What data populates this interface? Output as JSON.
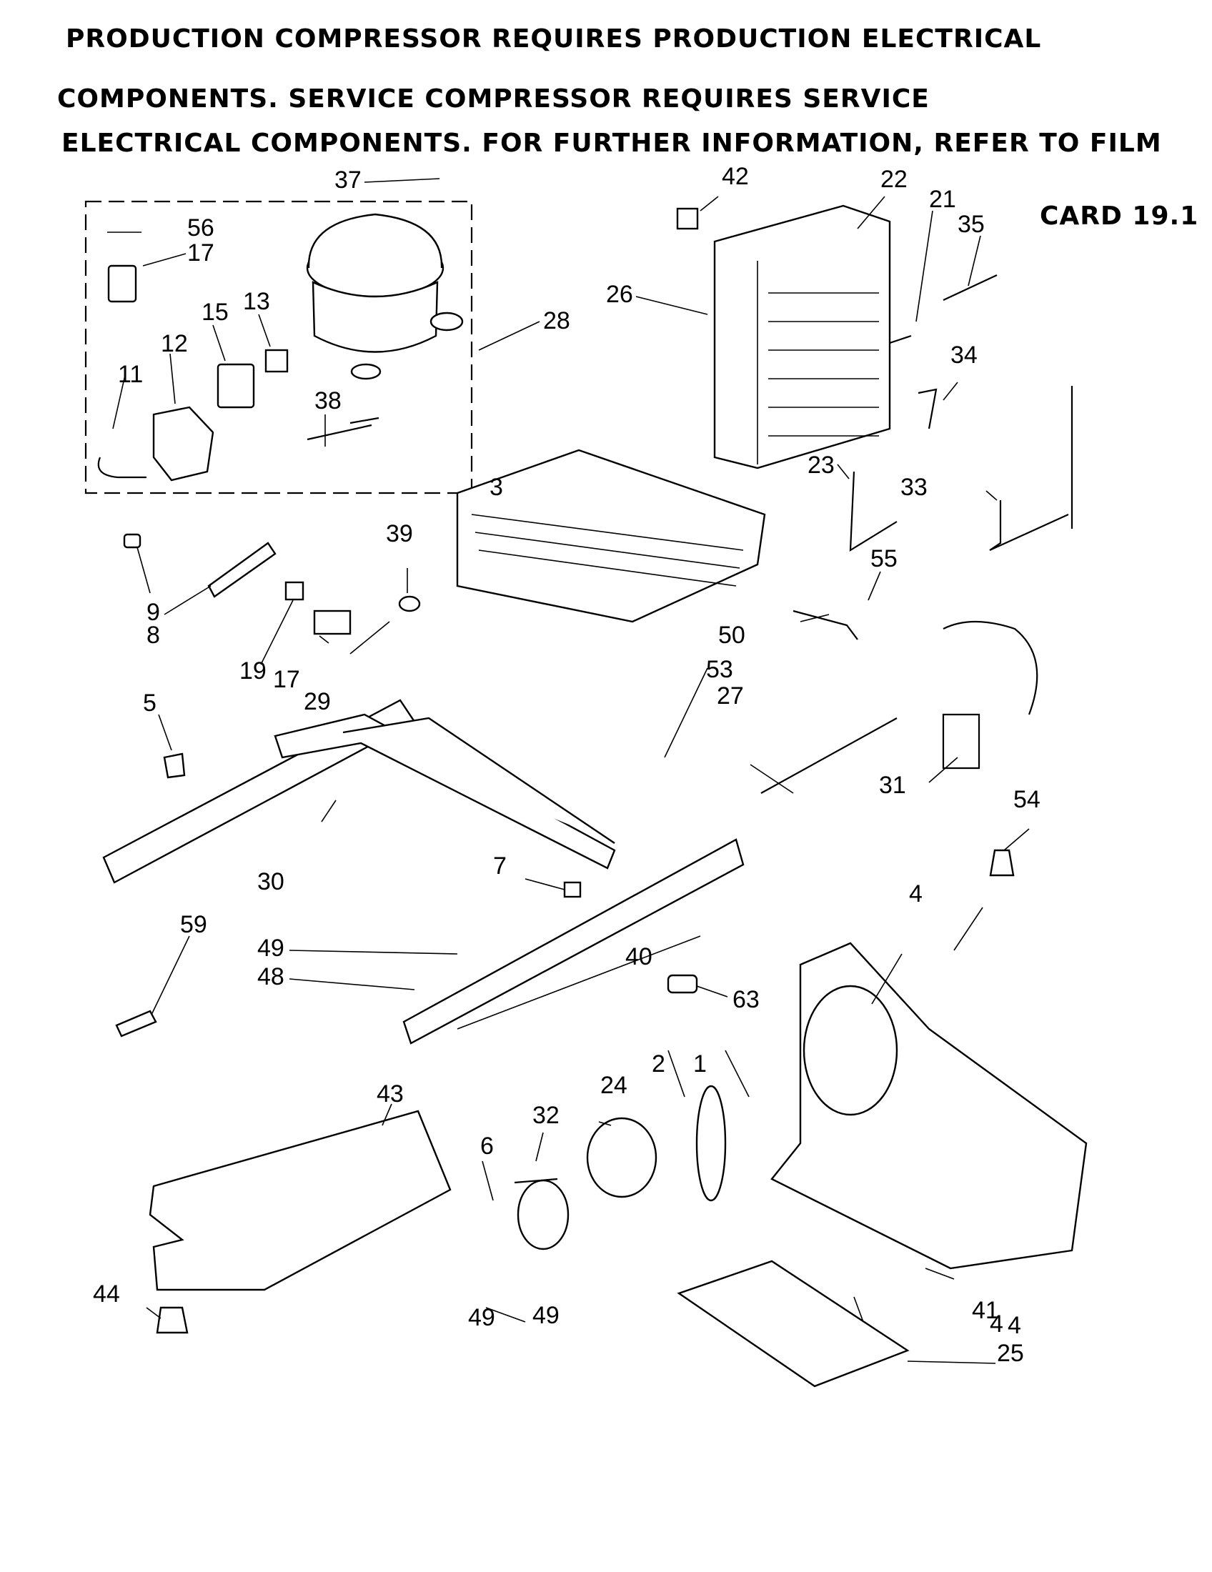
{
  "header": {
    "line1": "PRODUCTION COMPRESSOR REQUIRES PRODUCTION ELECTRICAL",
    "line2": "COMPONENTS. SERVICE COMPRESSOR REQUIRES SERVICE",
    "line3": "ELECTRICAL COMPONENTS. FOR FURTHER INFORMATION, REFER TO FILM",
    "line4": "CARD 19.1"
  },
  "callouts": [
    "1",
    "2",
    "3",
    "4",
    "4",
    "4",
    "5",
    "6",
    "7",
    "8",
    "9",
    "11",
    "12",
    "13",
    "15",
    "17",
    "17",
    "19",
    "21",
    "22",
    "23",
    "24",
    "25",
    "26",
    "27",
    "28",
    "29",
    "30",
    "31",
    "32",
    "33",
    "34",
    "35",
    "37",
    "38",
    "39",
    "40",
    "41",
    "42",
    "43",
    "44",
    "48",
    "49",
    "49",
    "49",
    "50",
    "53",
    "54",
    "55",
    "56",
    "59",
    "63"
  ]
}
